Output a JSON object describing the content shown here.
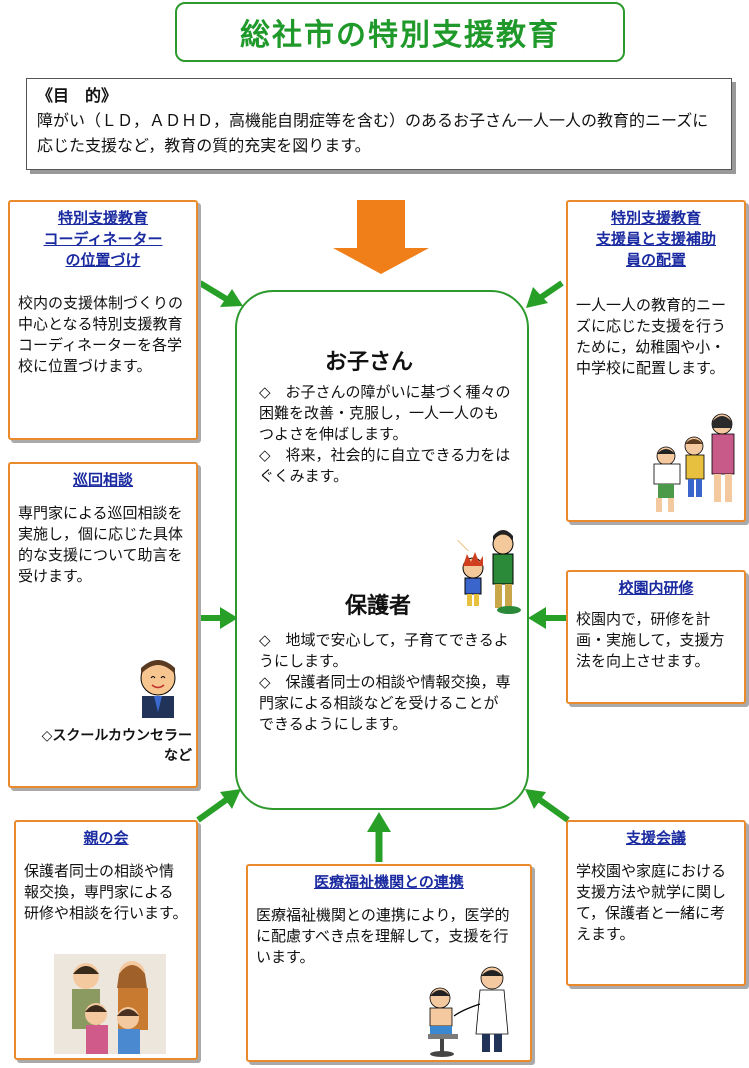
{
  "title": "総社市の特別支援教育",
  "purpose": {
    "heading": "《目　的》",
    "text": "障がい（ＬＤ，ＡＤＨＤ，高機能自閉症等を含む）のあるお子さん一人一人の教育的ニーズに応じた支援など，教育の質的充実を図ります。"
  },
  "center": {
    "child_heading": "お子さん",
    "child_text": "◇　お子さんの障がいに基づく種々の困難を改善・克服し，一人一人のもつよさを伸ばします。\n◇　将来，社会的に自立できる力をはぐくみます。",
    "parent_heading": "保護者",
    "parent_text": "◇　地域で安心して，子育てできるようにします。\n◇　保護者同士の相談や情報交換，専門家による相談などを受けることができるようにします。"
  },
  "boxes": {
    "coordinator": {
      "heading": [
        "特別支援教育",
        "コーディネーター",
        "の位置づけ"
      ],
      "text": "校内の支援体制づくりの中心となる特別支援教育コーディネーターを各学校に位置づけます。"
    },
    "support_staff": {
      "heading": [
        "特別支援教育",
        "支援員と支援補助",
        "員の配置"
      ],
      "text": "一人一人の教育的ニーズに応じた支援を行うために，幼稚園や小・中学校に配置します。"
    },
    "visiting": {
      "heading": [
        "巡回相談"
      ],
      "text": "専門家による巡回相談を実施し，個に応じた具体的な支援について助言を受けます。",
      "note": "◇スクールカウンセラー\nなど"
    },
    "training": {
      "heading": [
        "校園内研修"
      ],
      "text": "校園内で，研修を計画・実施して，支援方法を向上させます。"
    },
    "parents_group": {
      "heading": [
        "親の会"
      ],
      "text": "保護者同士の相談や情報交換，専門家による研修や相談を行います。"
    },
    "medical": {
      "heading": [
        "医療福祉機関との連携"
      ],
      "text": "医療福祉機関との連携により，医学的に配慮すべき点を理解して，支援を行います。"
    },
    "meeting": {
      "heading": [
        "支援会議"
      ],
      "text": "学校園や家庭における支援方法や就学に関して，保護者と一緒に考えます。"
    }
  },
  "colors": {
    "green": "#2e9a2e",
    "orange": "#f07f1a",
    "box_border": "#e98a2c",
    "heading_blue": "#1a2aa0"
  },
  "icons": [
    "down-arrow-icon",
    "teacher-children-illustration",
    "parent-child-illustration",
    "counselor-illustration",
    "family-illustration",
    "doctor-child-illustration"
  ]
}
